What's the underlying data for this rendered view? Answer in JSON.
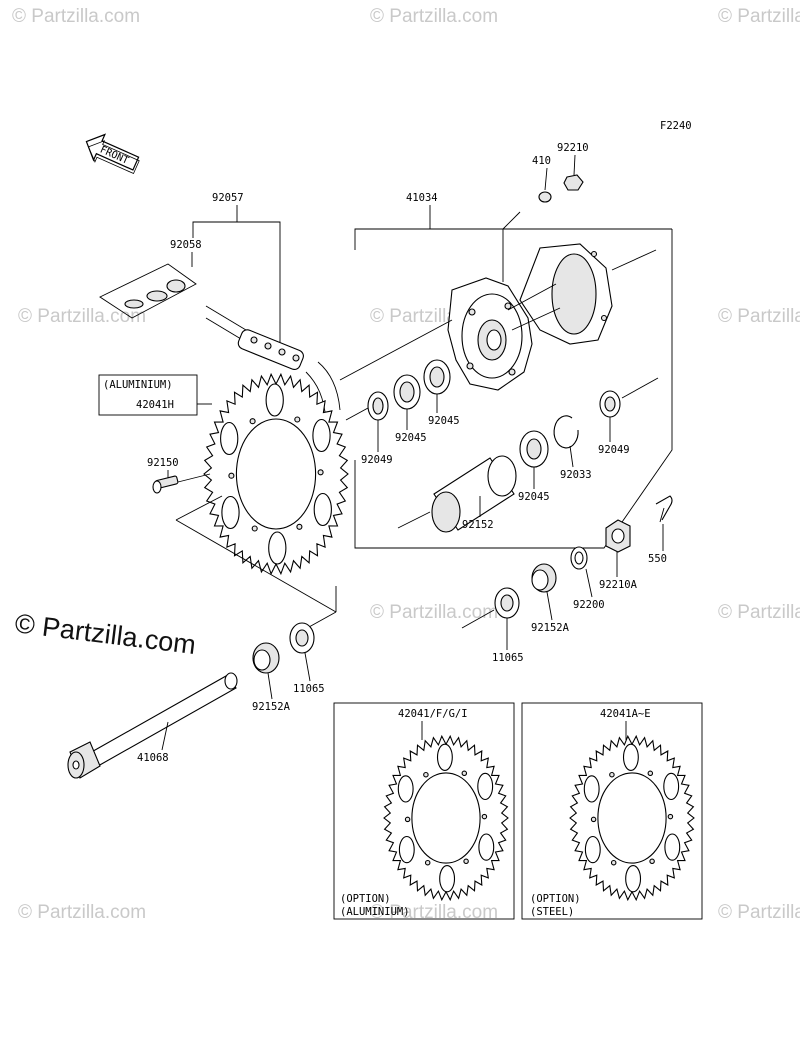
{
  "figure_code": "F2240",
  "front_arrow_label": "FRONT",
  "watermark": {
    "text": "Partzilla.com",
    "symbol": "©"
  },
  "parts": {
    "p410": "410",
    "p92210": "92210",
    "p41034": "41034",
    "p92057": "92057",
    "p92058": "92058",
    "p42041H": "42041H",
    "aluminium_note": "(ALUMINIUM)",
    "p92150": "92150",
    "p92049_left": "92049",
    "p92045_a": "92045",
    "p92045_b": "92045",
    "p92045_c": "92045",
    "p92033": "92033",
    "p92049_right": "92049",
    "p92152": "92152",
    "p550": "550",
    "p92210A": "92210A",
    "p92200": "92200",
    "p92152A_right": "92152A",
    "p11065_right": "11065",
    "p11065_left": "11065",
    "p92152A_left": "92152A",
    "p41068": "41068"
  },
  "options": [
    {
      "part": "42041/F/G/I",
      "line1": "(OPTION)",
      "line2": "(ALUMINIUM)"
    },
    {
      "part": "42041A~E",
      "line1": "(OPTION)",
      "line2": "(STEEL)"
    }
  ]
}
